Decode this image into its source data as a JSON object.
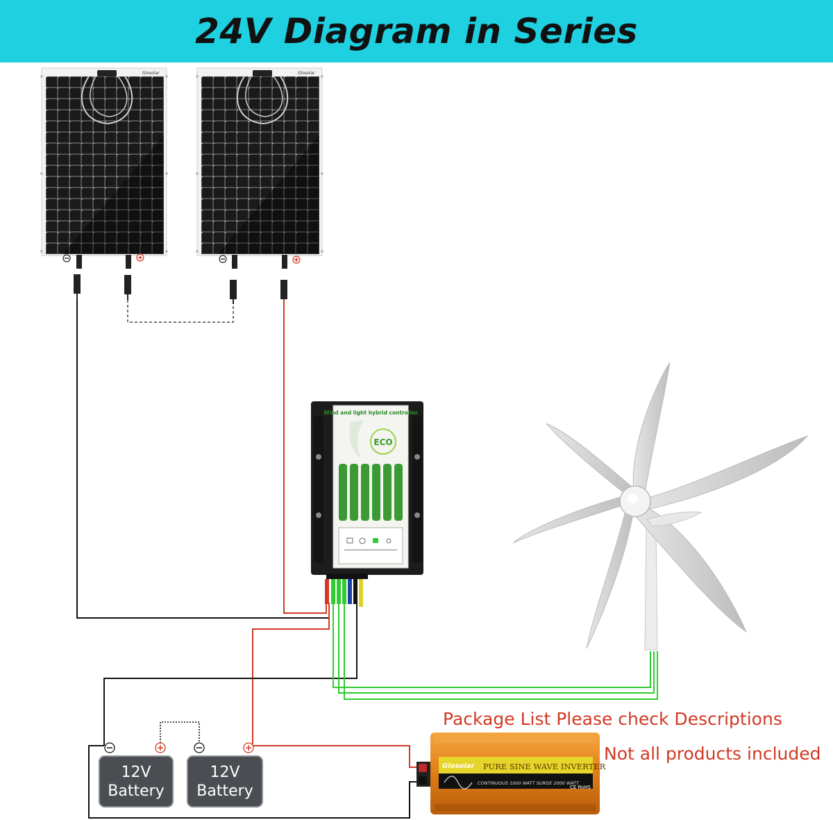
{
  "header": {
    "title": "24V Diagram in Series"
  },
  "notes": {
    "package_list": "Package List Please check Descriptions",
    "not_all": "Not all products included"
  },
  "solar_panels": [
    {
      "brand": "Glosolar",
      "minus": "⊖",
      "plus": "⊕"
    },
    {
      "brand": "Glosolar",
      "minus": "⊖",
      "plus": "⊕"
    }
  ],
  "controller": {
    "title": "Wind and light hybrid controller",
    "logo": "ECO"
  },
  "batteries": [
    {
      "line1": "12V",
      "line2": "Battery",
      "minus": "−",
      "plus": "+"
    },
    {
      "line1": "12V",
      "line2": "Battery",
      "minus": "−",
      "plus": "+"
    }
  ],
  "inverter": {
    "brand": "Glosolar",
    "label": "PURE SINE WAVE INVERTER",
    "spec": "CONTINUOUS 1000 WATT SURGE 2000 WATT",
    "cert": "CE RoHS"
  },
  "colors": {
    "title_bar": "#1fd0e0",
    "negative_wire": "#111111",
    "positive_wire": "#d13a24",
    "wind_wire": "#2fcc2f",
    "note_text": "#d13a24",
    "battery_fill": "#4a4d52",
    "inverter_orange": "#e98a22",
    "controller_body": "#1c1c1c"
  }
}
